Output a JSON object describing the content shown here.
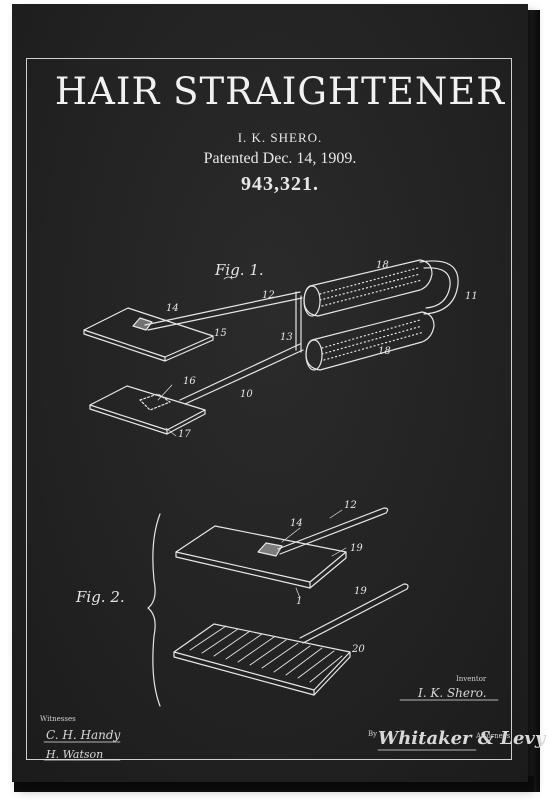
{
  "title": "HAIR STRAIGHTENER",
  "inventor": "I. K. SHERO.",
  "patented": "Patented Dec. 14, 1909.",
  "patent_number": "943,321.",
  "figures": {
    "fig1": "Fig. 1.",
    "fig2": "Fig. 2."
  },
  "ref_numerals": [
    "18",
    "12",
    "11",
    "14",
    "15",
    "13",
    "18",
    "16",
    "10",
    "17",
    "12",
    "14",
    "19",
    "1",
    "19",
    "20"
  ],
  "signatures": {
    "witnesses_label": "Witnesses",
    "witness_1": "C. H. Handy",
    "witness_2": "H. Watson",
    "inventor_label": "Inventor",
    "inventor_signature": "I. K. Shero.",
    "by_label": "By",
    "attorney_signature": "Whitaker & Levy",
    "attorneys_label": "Attorneys"
  },
  "colors": {
    "background": "#232323",
    "ink": "#e6e6e6"
  }
}
